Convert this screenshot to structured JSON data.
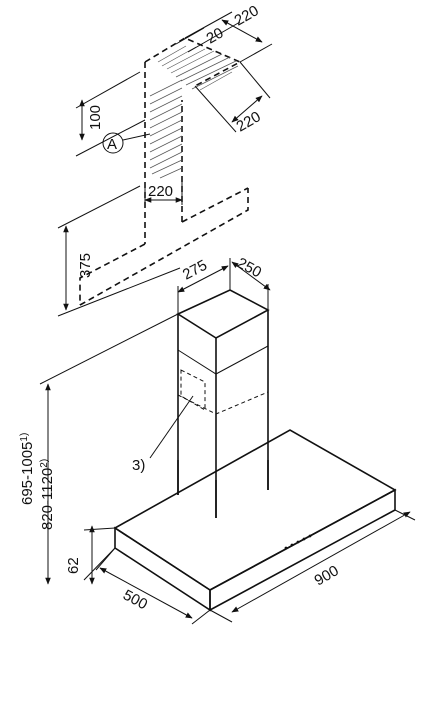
{
  "dimensions": {
    "top_width": "220",
    "top_offset": "20",
    "top_depth": "220",
    "vertical_100": "100",
    "lower_220": "220",
    "height_375": "375",
    "chimney_width": "275",
    "chimney_depth": "250",
    "height_range_1": "695-1005",
    "height_range_1_note": "1)",
    "height_range_2": "820-1120",
    "height_range_2_note": "2)",
    "canopy_height": "62",
    "hood_depth": "500",
    "hood_width": "900"
  },
  "labels": {
    "circle_a": "A",
    "callout_3": "3)"
  },
  "colors": {
    "line": "#111111",
    "hood_fill": "#ffffff",
    "hood_shade": "#f2f2f2"
  }
}
